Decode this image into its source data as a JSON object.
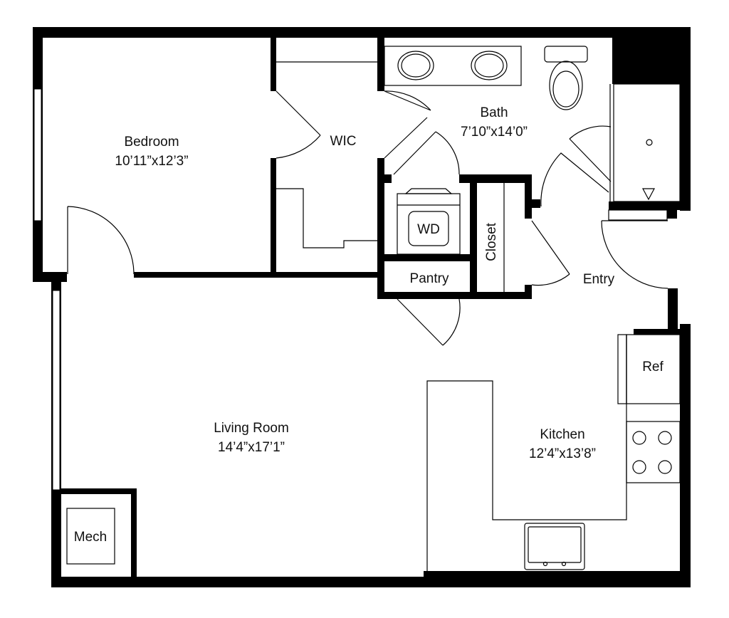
{
  "rooms": {
    "bedroom": {
      "name": "Bedroom",
      "dims": "10’11”x12’3”"
    },
    "wic": {
      "name": "WIC"
    },
    "bath": {
      "name": "Bath",
      "dims": "7’10”x14’0”"
    },
    "wd": {
      "name": "WD"
    },
    "closet": {
      "name": "Closet"
    },
    "pantry": {
      "name": "Pantry"
    },
    "entry": {
      "name": "Entry"
    },
    "ref": {
      "name": "Ref"
    },
    "living": {
      "name": "Living Room",
      "dims": "14’4”x17’1”"
    },
    "kitchen": {
      "name": "Kitchen",
      "dims": "12’4”x13’8”"
    },
    "mech": {
      "name": "Mech"
    }
  }
}
